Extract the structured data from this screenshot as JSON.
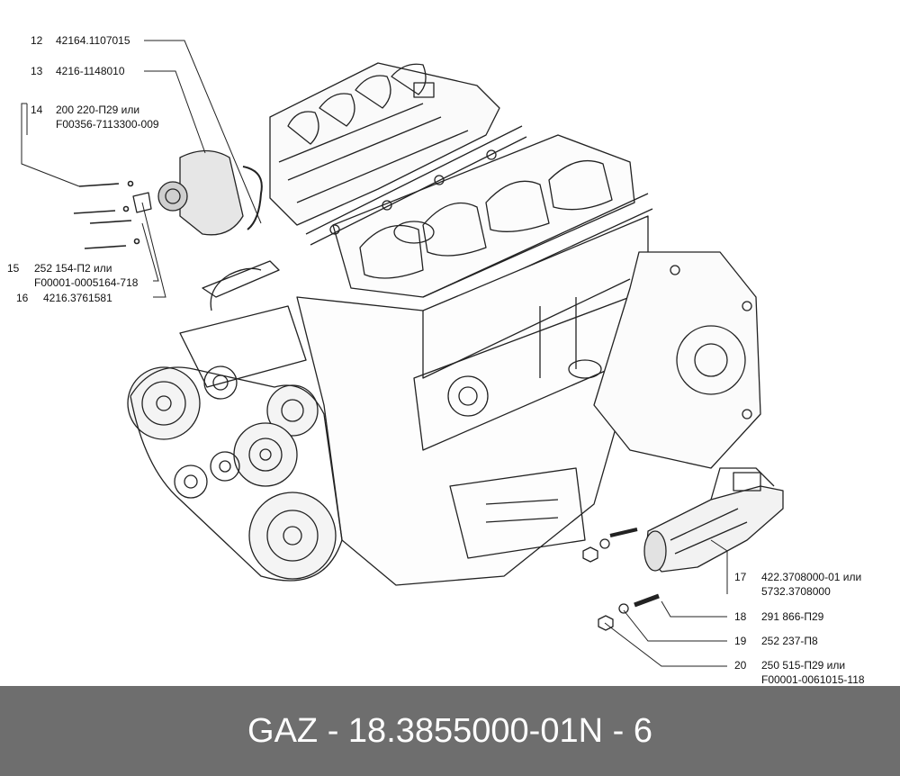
{
  "callouts": [
    {
      "num": "12",
      "parts": [
        "42164.1107015"
      ]
    },
    {
      "num": "13",
      "parts": [
        "4216-1148010"
      ]
    },
    {
      "num": "14",
      "parts": [
        "200 220-П29 или",
        "F00356-7113300-009"
      ]
    },
    {
      "num": "15",
      "parts": [
        "252 154-П2 или",
        "F00001-0005164-718"
      ]
    },
    {
      "num": "16",
      "parts": [
        "4216.3761581"
      ]
    },
    {
      "num": "17",
      "parts": [
        "422.3708000-01 или",
        "5732.3708000"
      ]
    },
    {
      "num": "18",
      "parts": [
        "291 866-П29"
      ]
    },
    {
      "num": "19",
      "parts": [
        "252 237-П8"
      ]
    },
    {
      "num": "20",
      "parts": [
        "250 515-П29 или",
        "F00001-0061015-118"
      ]
    }
  ],
  "footer": {
    "brand": "GAZ",
    "part_number": "18.3855000-01",
    "position": "N - 6"
  },
  "colors": {
    "footer_bg": "#6e6e6e",
    "footer_text": "#ffffff",
    "line": "#222222"
  }
}
